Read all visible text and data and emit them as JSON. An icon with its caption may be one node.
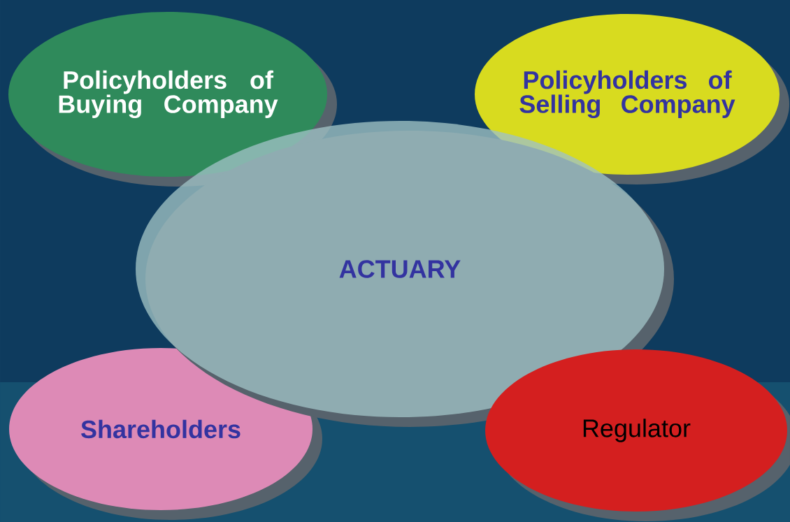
{
  "diagram": {
    "nodes": [
      {
        "text": [
          "Policyholders of Buying Company"
        ]
      },
      {
        "text": [
          "Policyholders of Selling Company"
        ]
      },
      {
        "text": [
          "ACTUARY"
        ]
      },
      {
        "text": [
          "Shareholders"
        ]
      },
      {
        "text": [
          "Regulator"
        ]
      }
    ]
  }
}
